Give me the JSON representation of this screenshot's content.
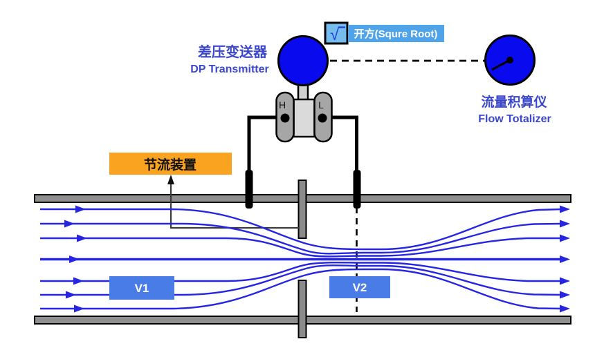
{
  "diagram": {
    "dp_transmitter": {
      "label_zh": "差压变送器",
      "label_en": "DP Transmitter"
    },
    "sqrt_block": {
      "symbol": "√",
      "label": "开方(Squre Root)"
    },
    "flow_totalizer": {
      "label_zh": "流量积算仪",
      "label_en": "Flow Totalizer"
    },
    "throttle_device": {
      "label_zh": "节流装置"
    },
    "manifold": {
      "high_port": "H",
      "low_port": "L"
    },
    "velocity_labels": {
      "upstream": "V1",
      "downstream": "V2"
    },
    "colors": {
      "instrument_blue": "#0a0aef",
      "flow_line_blue": "#2525e2",
      "velocity_badge_blue": "#4a7ce8",
      "sqrt_label_blue": "#4fa3e8",
      "sqrt_box_blue": "#76bcef",
      "throttle_orange": "#faa321",
      "text_blue": "#3a46cc",
      "pipe_gray": "#8f8f8f",
      "manifold_gray": "#a6a6a6",
      "body_gray": "#dadada"
    }
  }
}
